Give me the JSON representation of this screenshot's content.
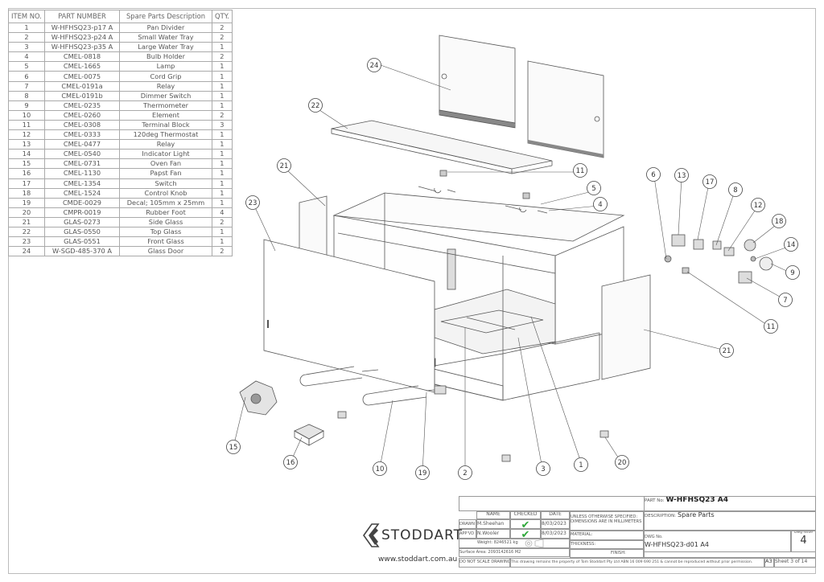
{
  "bom": {
    "headers": [
      "ITEM NO.",
      "PART NUMBER",
      "Spare Parts Description",
      "QTY."
    ],
    "rows": [
      [
        "1",
        "W-HFHSQ23-p17 A",
        "Pan Divider",
        "2"
      ],
      [
        "2",
        "W-HFHSQ23-p24 A",
        "Small Water Tray",
        "2"
      ],
      [
        "3",
        "W-HFHSQ23-p35 A",
        "Large Water Tray",
        "1"
      ],
      [
        "4",
        "CMEL-0818",
        "Bulb Holder",
        "2"
      ],
      [
        "5",
        "CMEL-1665",
        "Lamp",
        "1"
      ],
      [
        "6",
        "CMEL-0075",
        "Cord Grip",
        "1"
      ],
      [
        "7",
        "CMEL-0191a",
        "Relay",
        "1"
      ],
      [
        "8",
        "CMEL-0191b",
        "Dimmer Switch",
        "1"
      ],
      [
        "9",
        "CMEL-0235",
        "Thermometer",
        "1"
      ],
      [
        "10",
        "CMEL-0260",
        "Element",
        "2"
      ],
      [
        "11",
        "CMEL-0308",
        "Terminal Block",
        "3"
      ],
      [
        "12",
        "CMEL-0333",
        "120deg Thermostat",
        "1"
      ],
      [
        "13",
        "CMEL-0477",
        "Relay",
        "1"
      ],
      [
        "14",
        "CMEL-0540",
        "Indicator Light",
        "1"
      ],
      [
        "15",
        "CMEL-0731",
        "Oven Fan",
        "1"
      ],
      [
        "16",
        "CMEL-1130",
        "Papst Fan",
        "1"
      ],
      [
        "17",
        "CMEL-1354",
        "Switch",
        "1"
      ],
      [
        "18",
        "CMEL-1524",
        "Control Knob",
        "1"
      ],
      [
        "19",
        "CMDE-0029",
        "Decal; 105mm x 25mm",
        "1"
      ],
      [
        "20",
        "CMPR-0019",
        "Rubber Foot",
        "4"
      ],
      [
        "21",
        "GLAS-0273",
        "Side Glass",
        "2"
      ],
      [
        "22",
        "GLAS-0550",
        "Top Glass",
        "1"
      ],
      [
        "23",
        "GLAS-0551",
        "Front Glass",
        "1"
      ],
      [
        "24",
        "W-SGD-485-370 A",
        "Glass Door",
        "2"
      ]
    ]
  },
  "callouts": [
    "24",
    "22",
    "21",
    "23",
    "11",
    "5",
    "4",
    "6",
    "13",
    "17",
    "8",
    "12",
    "18",
    "14",
    "9",
    "7",
    "11",
    "21",
    "15",
    "16",
    "10",
    "19",
    "2",
    "3",
    "1",
    "20"
  ],
  "title_block": {
    "part_no_label": "PART No:",
    "part_no": "W-HFHSQ23 A4",
    "description_label": "DESCRIPTION:",
    "description": "Spare Parts",
    "col_name": "NAME",
    "col_checked": "CHECKED",
    "col_date": "DATE",
    "drawn_label": "DRAWN",
    "drawn_name": "M.Sheehan",
    "drawn_date": "8/03/2023",
    "appvd_label": "APP'VD",
    "appvd_name": "N.Wooler",
    "appvd_date": "8/03/2023",
    "unless": "UNLESS OTHERWISE SPECIFIED:",
    "dimensions": "DIMENSIONS ARE IN MILLIMETERS",
    "material_label": "MATERIAL:",
    "thickness_label": "THICKNESS:",
    "finish_label": "FINISH:",
    "weight": "Weight: 8246521 kg",
    "surface_area": "Surface Area: 2093142616 M2",
    "dwg_no_label": "DWG No.",
    "dwg_no": "W-HFHSQ23-d01 A4",
    "dwg_issue_label": "Dwg Issue",
    "dwg_issue": "4",
    "do_not_scale": "DO NOT SCALE DRAWING",
    "copyright": "This drawing remains the property of Tom Stoddart Pty Ltd ABN 16 009 690 251 & cannot be reproduced without prior permission.",
    "sheet_size": "A3",
    "sheet": "Sheet 3 of 14",
    "checked_icon": "check-icon"
  },
  "brand": {
    "name": "STODDART",
    "website": "www.stoddart.com.au",
    "logo_icon": "stoddart-s-logo-icon"
  },
  "colors": {
    "check": "#2fa83a",
    "line": "#555555"
  }
}
